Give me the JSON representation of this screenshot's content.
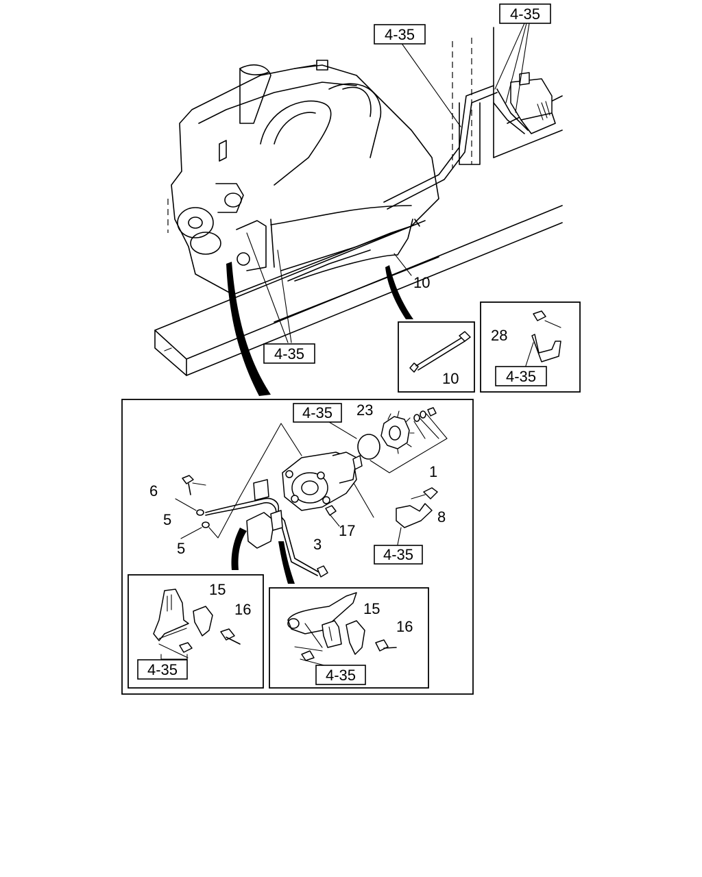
{
  "ref_label": "4-35",
  "labels": {
    "p1": "1",
    "p3": "3",
    "p5a": "5",
    "p5b": "5",
    "p6": "6",
    "p8": "8",
    "p10_main": "10",
    "p10_inset": "10",
    "p15_left": "15",
    "p15_right": "15",
    "p16_left": "16",
    "p16_right": "16",
    "p17": "17",
    "p23": "23",
    "p28": "28"
  }
}
